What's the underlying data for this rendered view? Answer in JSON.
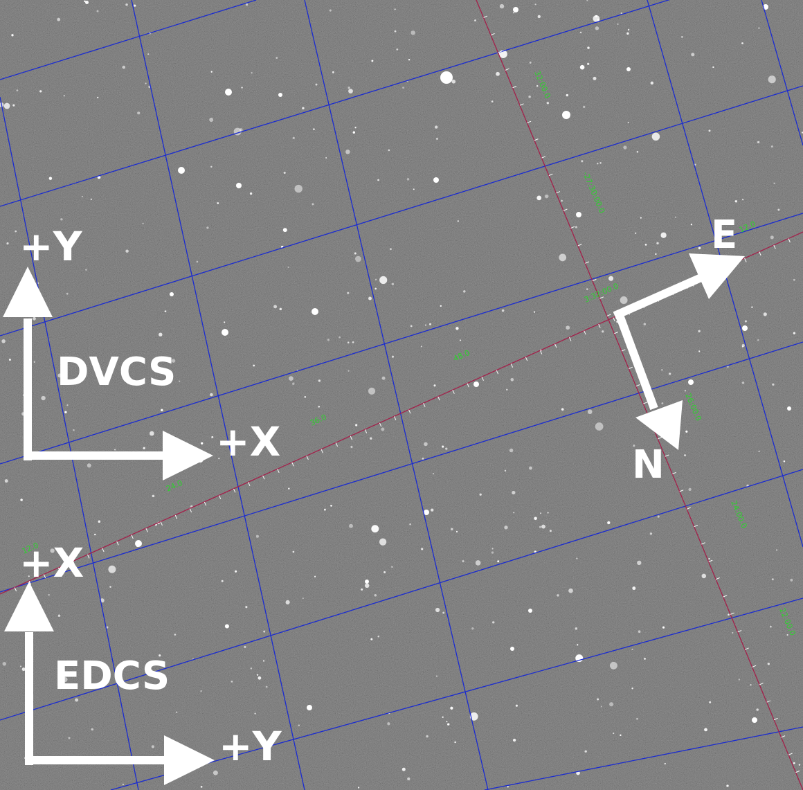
{
  "colors": {
    "sky": "#3a3a3a",
    "grid_blue": "#1a2bd0",
    "grid_red": "#a3204a",
    "grid_label": "#2fd12f",
    "annotation": "#ffffff"
  },
  "dvcs": {
    "label": "DVCS",
    "x_axis": "+X",
    "y_axis": "+Y"
  },
  "edcs": {
    "label": "EDCS",
    "x_axis": "+X",
    "y_axis": "+Y"
  },
  "compass": {
    "east": "E",
    "north": "N"
  },
  "ra_labels": [
    "12.0",
    "24.0",
    "36.0",
    "48.0",
    "3:32:00.0",
    "12.0"
  ],
  "dec_labels": [
    "32:00.0",
    "-27:30:00.0",
    "26:00.0",
    "24:00.0",
    "22:00.0"
  ]
}
